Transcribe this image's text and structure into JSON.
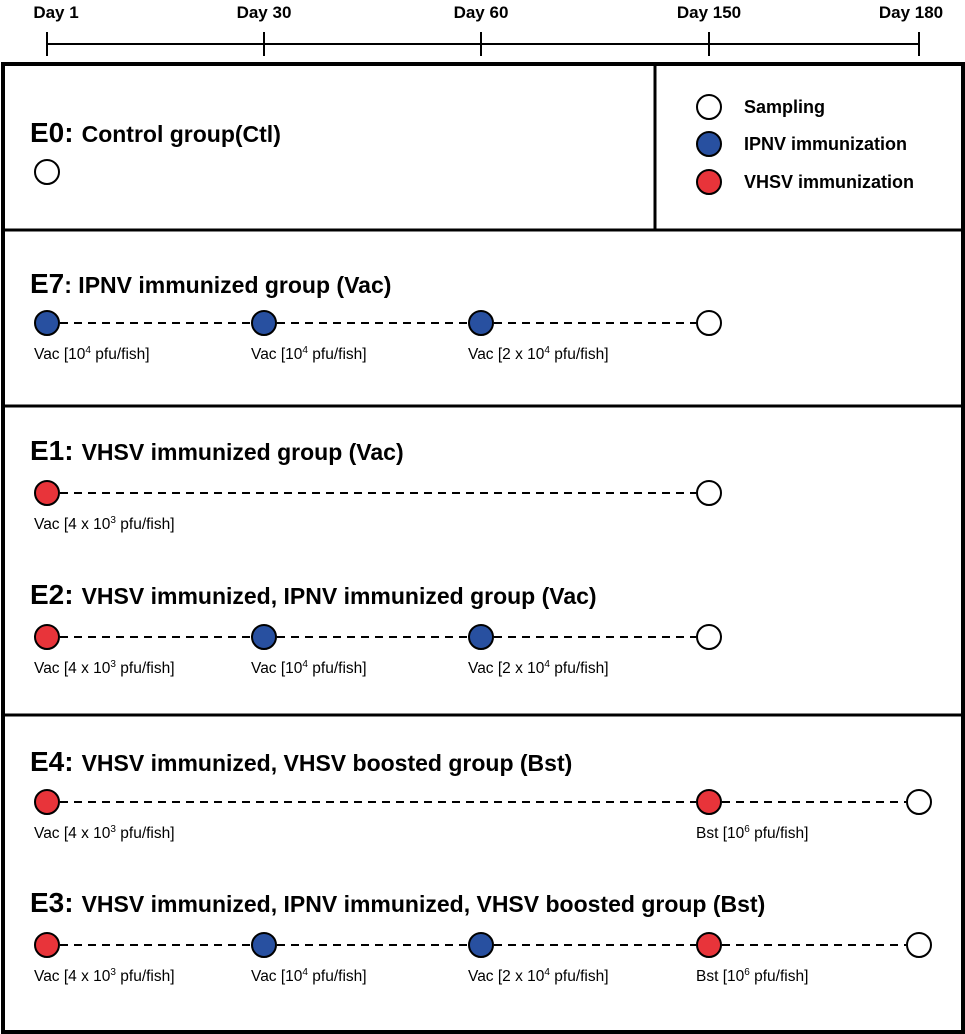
{
  "colors": {
    "ipnv": "#2850a0",
    "vhsv": "#e8343a",
    "sampling": "#ffffff",
    "stroke": "#000000"
  },
  "timeline": {
    "days": [
      {
        "label": "Day 1"
      },
      {
        "label": "Day 30"
      },
      {
        "label": "Day 60"
      },
      {
        "label": "Day 150"
      },
      {
        "label": "Day 180"
      }
    ]
  },
  "legend": [
    {
      "type": "sampling",
      "label": "Sampling"
    },
    {
      "type": "ipnv",
      "label": "IPNV immunization"
    },
    {
      "type": "vhsv",
      "label": "VHSV immunization"
    }
  ],
  "groups": [
    {
      "id": "E0:",
      "title": "Control group(Ctl)",
      "events": [
        {
          "day_index": 0,
          "type": "sampling"
        }
      ]
    },
    {
      "id": "E7",
      "title": ": IPNV immunized group (Vac)",
      "events": [
        {
          "day_index": 0,
          "type": "ipnv",
          "dose": "Vac [10",
          "exp": "4",
          "tail": " pfu/fish]"
        },
        {
          "day_index": 1,
          "type": "ipnv",
          "dose": "Vac [10",
          "exp": "4",
          "tail": " pfu/fish]"
        },
        {
          "day_index": 2,
          "type": "ipnv",
          "dose": "Vac [2 x 10",
          "exp": "4",
          "tail": " pfu/fish]"
        },
        {
          "day_index": 3,
          "type": "sampling"
        }
      ]
    },
    {
      "id": "E1:",
      "title": "VHSV immunized group (Vac)",
      "events": [
        {
          "day_index": 0,
          "type": "vhsv",
          "dose": "Vac [4 x 10",
          "exp": "3",
          "tail": " pfu/fish]"
        },
        {
          "day_index": 3,
          "type": "sampling"
        }
      ]
    },
    {
      "id": "E2:",
      "title": "VHSV immunized, IPNV immunized group (Vac)",
      "events": [
        {
          "day_index": 0,
          "type": "vhsv",
          "dose": "Vac [4 x 10",
          "exp": "3",
          "tail": " pfu/fish]"
        },
        {
          "day_index": 1,
          "type": "ipnv",
          "dose": "Vac [10",
          "exp": "4",
          "tail": " pfu/fish]"
        },
        {
          "day_index": 2,
          "type": "ipnv",
          "dose": "Vac [2 x 10",
          "exp": "4",
          "tail": " pfu/fish]"
        },
        {
          "day_index": 3,
          "type": "sampling"
        }
      ]
    },
    {
      "id": "E4:",
      "title": "VHSV immunized, VHSV boosted group (Bst)",
      "events": [
        {
          "day_index": 0,
          "type": "vhsv",
          "dose": "Vac [4 x 10",
          "exp": "3",
          "tail": " pfu/fish]"
        },
        {
          "day_index": 3,
          "type": "vhsv",
          "dose": "Bst [10",
          "exp": "6",
          "tail": " pfu/fish]"
        },
        {
          "day_index": 4,
          "type": "sampling"
        }
      ]
    },
    {
      "id": "E3:",
      "title": "VHSV immunized, IPNV immunized, VHSV boosted group (Bst)",
      "events": [
        {
          "day_index": 0,
          "type": "vhsv",
          "dose": "Vac [4 x 10",
          "exp": "3",
          "tail": " pfu/fish]"
        },
        {
          "day_index": 1,
          "type": "ipnv",
          "dose": "Vac [10",
          "exp": "4",
          "tail": " pfu/fish]"
        },
        {
          "day_index": 2,
          "type": "ipnv",
          "dose": "Vac [2 x 10",
          "exp": "4",
          "tail": " pfu/fish]"
        },
        {
          "day_index": 3,
          "type": "vhsv",
          "dose": "Bst [10",
          "exp": "6",
          "tail": " pfu/fish]"
        },
        {
          "day_index": 4,
          "type": "sampling"
        }
      ]
    }
  ]
}
